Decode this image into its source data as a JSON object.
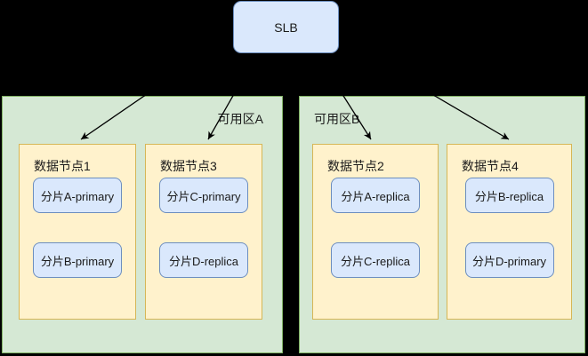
{
  "slb": {
    "label": "SLB"
  },
  "zones": [
    {
      "label": "可用区A",
      "nodes": [
        {
          "label": "数据节点1",
          "shards": [
            "分片A-primary",
            "分片B-primary"
          ]
        },
        {
          "label": "数据节点3",
          "shards": [
            "分片C-primary",
            "分片D-replica"
          ]
        }
      ]
    },
    {
      "label": "可用区B",
      "nodes": [
        {
          "label": "数据节点2",
          "shards": [
            "分片A-replica",
            "分片C-replica"
          ]
        },
        {
          "label": "数据节点4",
          "shards": [
            "分片B-replica",
            "分片D-primary"
          ]
        }
      ]
    }
  ],
  "edges": [
    {
      "from": "SLB",
      "to": "数据节点1"
    },
    {
      "from": "SLB",
      "to": "数据节点3"
    },
    {
      "from": "SLB",
      "to": "数据节点2"
    },
    {
      "from": "SLB",
      "to": "数据节点4"
    }
  ],
  "colors": {
    "background": "#000000",
    "zone_fill": "#d5e8d4",
    "zone_border": "#82b366",
    "node_fill": "#fff2cc",
    "node_border": "#d6b656",
    "shard_fill": "#dae8fc",
    "shard_border": "#6c8ebf",
    "arrow": "#000000",
    "text": "#1a1a1a"
  }
}
